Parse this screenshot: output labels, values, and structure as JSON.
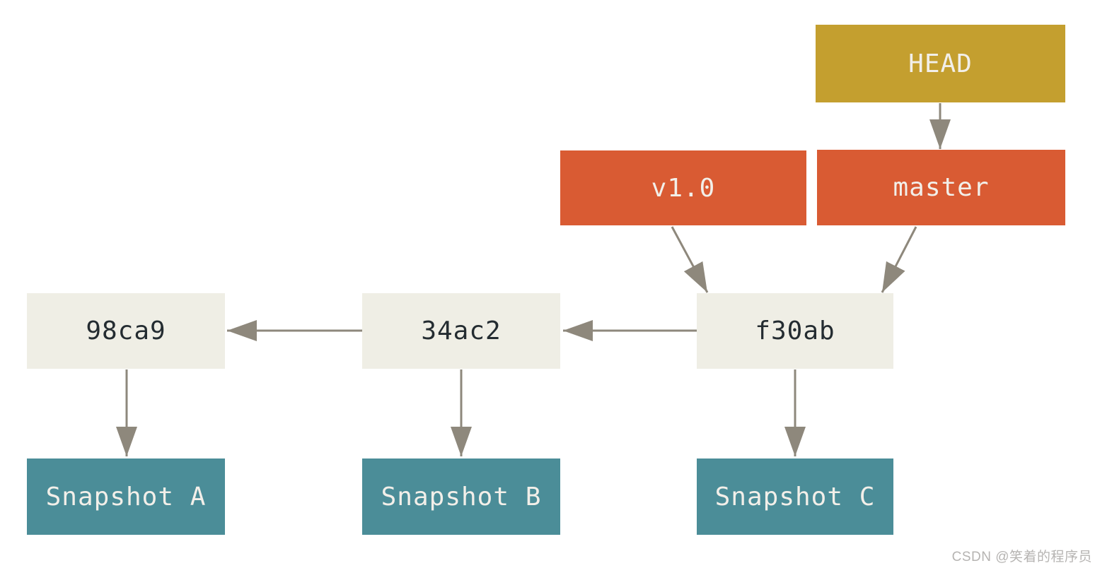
{
  "diagram": {
    "title": "git-commit-history-with-head-master-and-tag",
    "nodes": {
      "head": {
        "label": "HEAD",
        "type": "pointer"
      },
      "master": {
        "label": "master",
        "type": "branch"
      },
      "tag_v1": {
        "label": "v1.0",
        "type": "tag"
      },
      "commit_98ca9": {
        "label": "98ca9",
        "type": "commit"
      },
      "commit_34ac2": {
        "label": "34ac2",
        "type": "commit"
      },
      "commit_f30ab": {
        "label": "f30ab",
        "type": "commit"
      },
      "snapshot_a": {
        "label": "Snapshot A",
        "type": "snapshot"
      },
      "snapshot_b": {
        "label": "Snapshot B",
        "type": "snapshot"
      },
      "snapshot_c": {
        "label": "Snapshot C",
        "type": "snapshot"
      }
    },
    "edges": [
      {
        "from": "HEAD",
        "to": "master"
      },
      {
        "from": "v1.0",
        "to": "f30ab"
      },
      {
        "from": "master",
        "to": "f30ab"
      },
      {
        "from": "f30ab",
        "to": "34ac2"
      },
      {
        "from": "34ac2",
        "to": "98ca9"
      },
      {
        "from": "98ca9",
        "to": "Snapshot A"
      },
      {
        "from": "34ac2",
        "to": "Snapshot B"
      },
      {
        "from": "f30ab",
        "to": "Snapshot C"
      }
    ]
  },
  "colors": {
    "head_fill": "#C49F2F",
    "ref_fill": "#D95B33",
    "commit_fill": "#EFEEE5",
    "snapshot_fill": "#4B8D98",
    "arrow_color": "#8E887C",
    "light_text": "#F2EFE9",
    "commit_text": "#242C31",
    "watermark_text": "#B6B4B2"
  },
  "watermark": {
    "label": "CSDN @笑着的程序员"
  }
}
